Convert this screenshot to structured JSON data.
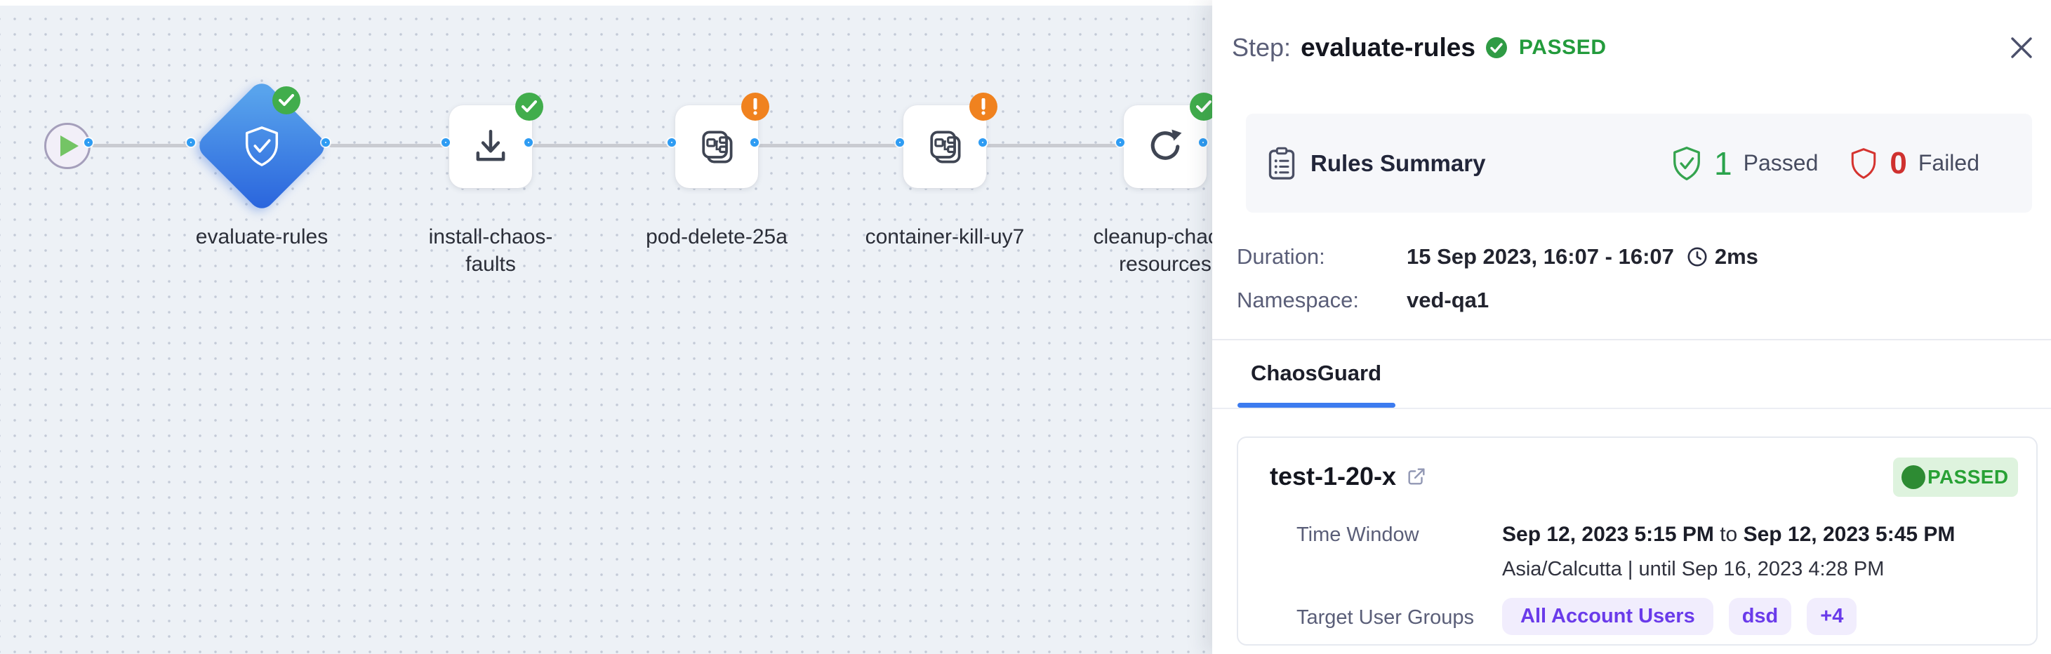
{
  "canvas": {
    "nodes": [
      {
        "label": "evaluate-rules",
        "status": "passed",
        "icon": "shield-check-icon"
      },
      {
        "label": "install-chaos-faults",
        "status": "passed",
        "icon": "download-icon"
      },
      {
        "label": "pod-delete-25a",
        "status": "warning",
        "icon": "chaos-fault-icon"
      },
      {
        "label": "container-kill-uy7",
        "status": "warning",
        "icon": "chaos-fault-icon"
      },
      {
        "label": "cleanup-chaos-resources",
        "status": "passed",
        "icon": "refresh-icon"
      }
    ]
  },
  "panel": {
    "header": {
      "prefix": "Step:",
      "step_name": "evaluate-rules",
      "status": "PASSED"
    },
    "rules_summary": {
      "title": "Rules Summary",
      "passed_count": "1",
      "passed_label": "Passed",
      "failed_count": "0",
      "failed_label": "Failed"
    },
    "details": {
      "duration_label": "Duration:",
      "duration_value": "15 Sep 2023, 16:07 - 16:07",
      "duration_elapsed": "2ms",
      "namespace_label": "Namespace:",
      "namespace_value": "ved-qa1"
    },
    "tabs": {
      "active": "ChaosGuard"
    },
    "guard_card": {
      "name": "test-1-20-x",
      "status": "PASSED",
      "time_window_label": "Time Window",
      "time_from": "Sep 12, 2023 5:15 PM",
      "time_join": " to ",
      "time_to": "Sep 12, 2023 5:45 PM",
      "timezone_line": "Asia/Calcutta | until Sep 16, 2023 4:28 PM",
      "groups_label": "Target User Groups",
      "groups": [
        "All Account Users",
        "dsd",
        "+4"
      ]
    }
  },
  "colors": {
    "accent_blue": "#2b66dd",
    "port_blue": "#2e9cf3",
    "tab_blue": "#3c7bef",
    "success_green": "#28a135",
    "badge_green": "#41ad4c",
    "warning_orange": "#f0821f",
    "fail_red": "#cf312f",
    "chip_purple": "#6a3bea",
    "canvas_bg": "#edf1f6"
  }
}
